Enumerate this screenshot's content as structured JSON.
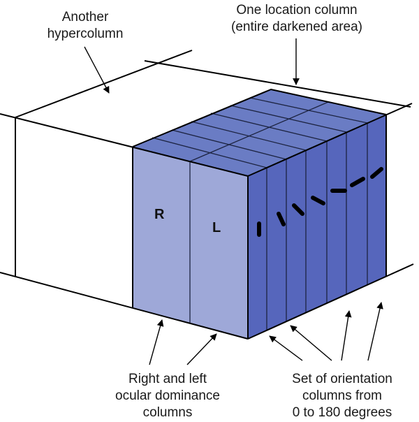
{
  "labels": {
    "another_hypercolumn": [
      "Another",
      "hypercolumn"
    ],
    "location_column": [
      "One location column",
      "(entire darkened area)"
    ],
    "ocular_dominance": [
      "Right and left",
      "ocular dominance",
      "columns"
    ],
    "orientation": [
      "Set of orientation",
      "columns from",
      "0 to 180 degrees"
    ]
  },
  "column_letters": {
    "right": "R",
    "left": "L"
  },
  "orientation_columns": {
    "count": 7,
    "range_degrees": [
      0,
      180
    ]
  },
  "colors": {
    "light_face": "#9ea8d8",
    "top_face": "#6a7cc4",
    "right_face": "#5666bc",
    "dash": "#000000",
    "outline": "#000000"
  }
}
